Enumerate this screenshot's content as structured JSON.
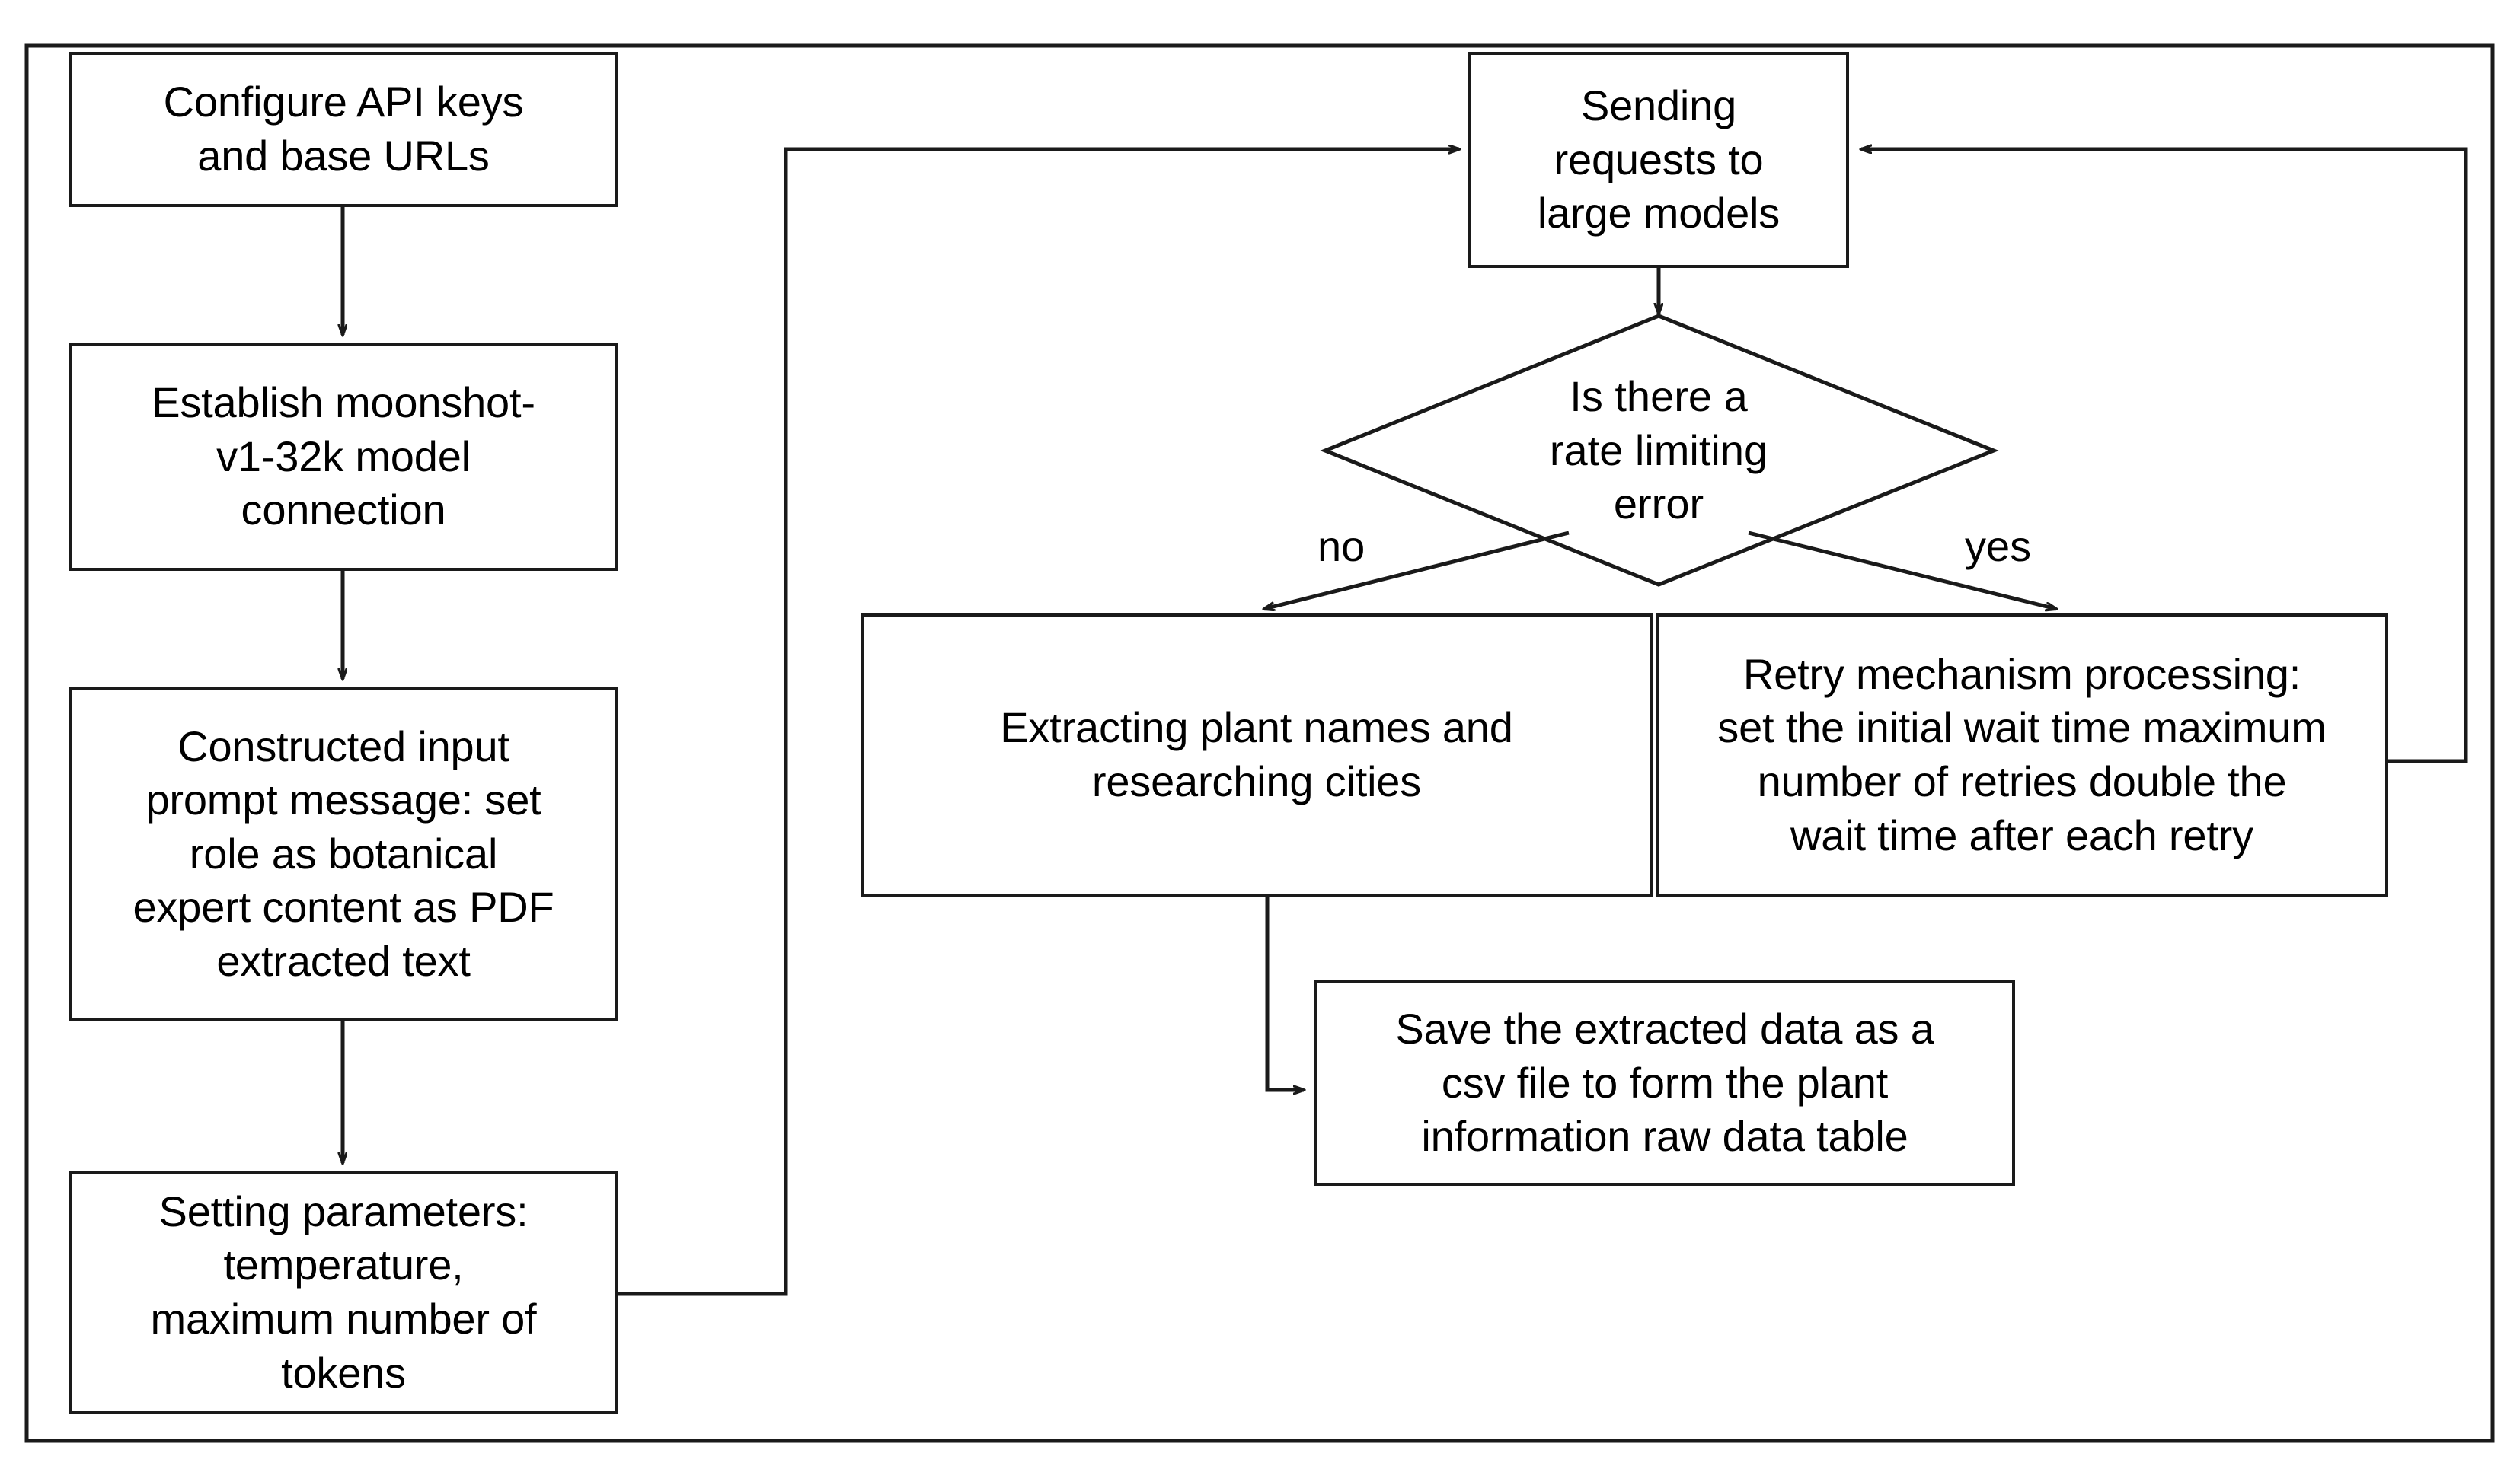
{
  "diagram": {
    "title": "LLM plant-information extraction pipeline flowchart",
    "type": "flowchart",
    "stroke_color": "#1a1a1a",
    "fill_color": "#ffffff",
    "text_color": "#000000",
    "frame": {
      "label": "outer-border"
    },
    "nodes": [
      {
        "id": "configure-api",
        "shape": "process",
        "text": "Configure  API keys\nand base URLs"
      },
      {
        "id": "establish-model",
        "shape": "process",
        "text": "Establish moonshot-\nv1-32k model\nconnection"
      },
      {
        "id": "construct-prompt",
        "shape": "process",
        "text": "Constructed input\nprompt message: set\nrole as botanical\nexpert content as PDF\nextracted text"
      },
      {
        "id": "setting-parameters",
        "shape": "process",
        "text": "Setting parameters:\ntemperature,\nmaximum number of\ntokens"
      },
      {
        "id": "sending-requests",
        "shape": "process",
        "text": "Sending\nrequests to\nlarge models"
      },
      {
        "id": "rate-limit-decision",
        "shape": "decision",
        "text": "Is there a\nrate limiting\nerror"
      },
      {
        "id": "extract-plants",
        "shape": "process",
        "text": "Extracting plant names and\nresearching cities"
      },
      {
        "id": "retry-mechanism",
        "shape": "process",
        "text": "Retry mechanism processing:\nset the initial wait time maximum\nnumber of retries double the\nwait time after each retry"
      },
      {
        "id": "save-csv",
        "shape": "process",
        "text": "Save the extracted data as a\ncsv file to form the plant\ninformation raw data table"
      }
    ],
    "edge_labels": [
      {
        "id": "branch-no",
        "text": "no"
      },
      {
        "id": "branch-yes",
        "text": "yes"
      }
    ],
    "edges": [
      {
        "from": "configure-api",
        "to": "establish-model",
        "label": ""
      },
      {
        "from": "establish-model",
        "to": "construct-prompt",
        "label": ""
      },
      {
        "from": "construct-prompt",
        "to": "setting-parameters",
        "label": ""
      },
      {
        "from": "setting-parameters",
        "to": "sending-requests",
        "label": ""
      },
      {
        "from": "sending-requests",
        "to": "rate-limit-decision",
        "label": ""
      },
      {
        "from": "rate-limit-decision",
        "to": "extract-plants",
        "label": "no"
      },
      {
        "from": "rate-limit-decision",
        "to": "retry-mechanism",
        "label": "yes"
      },
      {
        "from": "extract-plants",
        "to": "save-csv",
        "label": ""
      },
      {
        "from": "retry-mechanism",
        "to": "sending-requests",
        "label": ""
      }
    ]
  }
}
